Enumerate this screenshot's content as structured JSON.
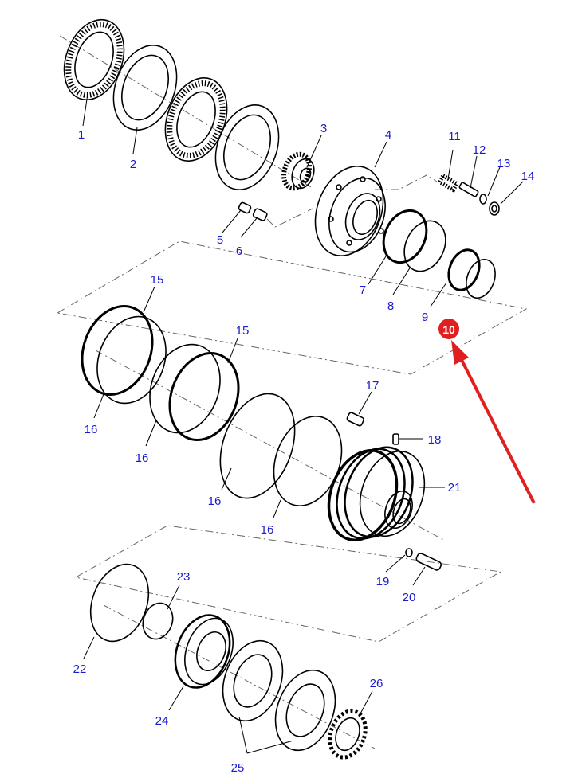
{
  "diagram": {
    "callouts": [
      {
        "id": "1",
        "text": "1"
      },
      {
        "id": "2",
        "text": "2"
      },
      {
        "id": "3",
        "text": "3"
      },
      {
        "id": "4",
        "text": "4"
      },
      {
        "id": "5",
        "text": "5"
      },
      {
        "id": "6",
        "text": "6"
      },
      {
        "id": "7",
        "text": "7"
      },
      {
        "id": "8",
        "text": "8"
      },
      {
        "id": "9",
        "text": "9"
      },
      {
        "id": "10",
        "text": "10"
      },
      {
        "id": "11",
        "text": "11"
      },
      {
        "id": "12",
        "text": "12"
      },
      {
        "id": "13",
        "text": "13"
      },
      {
        "id": "14",
        "text": "14"
      },
      {
        "id": "15a",
        "text": "15"
      },
      {
        "id": "15b",
        "text": "15"
      },
      {
        "id": "16a",
        "text": "16"
      },
      {
        "id": "16b",
        "text": "16"
      },
      {
        "id": "16c",
        "text": "16"
      },
      {
        "id": "16d",
        "text": "16"
      },
      {
        "id": "17",
        "text": "17"
      },
      {
        "id": "18",
        "text": "18"
      },
      {
        "id": "19",
        "text": "19"
      },
      {
        "id": "20",
        "text": "20"
      },
      {
        "id": "21",
        "text": "21"
      },
      {
        "id": "22",
        "text": "22"
      },
      {
        "id": "23",
        "text": "23"
      },
      {
        "id": "24",
        "text": "24"
      },
      {
        "id": "25",
        "text": "25"
      },
      {
        "id": "26",
        "text": "26"
      }
    ],
    "colors": {
      "label": "#1a1ad0",
      "highlight_badge": "#e02020",
      "arrow": "#e02020",
      "line": "#000000",
      "phantom_line": "#666666"
    },
    "highlighted_part": "10"
  }
}
